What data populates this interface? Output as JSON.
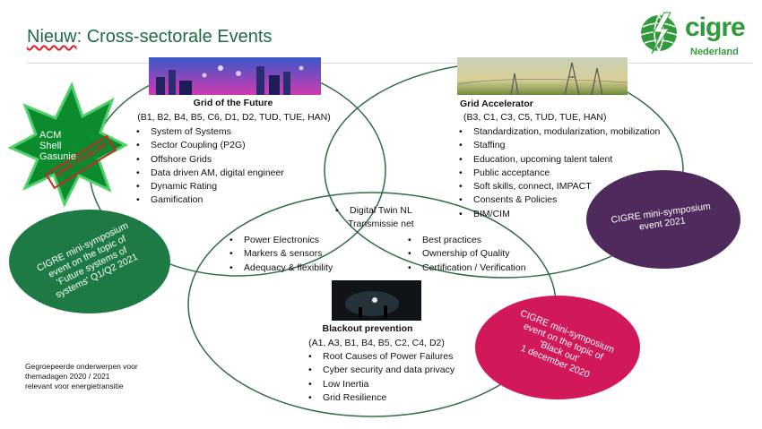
{
  "title": {
    "prefix": "Nieuw",
    "rest": ": Cross-sectorale Events"
  },
  "logo": {
    "word": "cigre",
    "sub": "Nederland",
    "icon": "globe-lightning-icon"
  },
  "starburst": {
    "lines": [
      "ACM",
      "Shell",
      "Gasunie"
    ],
    "stamp": "SHIRE PROBLEM"
  },
  "grid_future": {
    "title": "Grid of the Future",
    "codes": "(B1, B2, B4, B5, C6, D1, D2, TUD, TUE, HAN)",
    "items": [
      "System of Systems",
      "Sector Coupling (P2G)",
      "Offshore Grids",
      "Data driven AM, digital engineer",
      "Dynamic Rating",
      "Gamification"
    ]
  },
  "grid_accel": {
    "title": "Grid Accelerator",
    "codes": "(B3, C1, C3, C5, TUD, TUE, HAN)",
    "items": [
      "Standardization, modularization, mobilization",
      "Staffing",
      "Education, upcoming talent talent",
      "Public acceptance",
      "Soft skills, connect, IMPACT",
      "Consents & Policies",
      "BIM/CIM"
    ]
  },
  "blackout": {
    "title": "Blackout prevention",
    "codes": "(A1, A3, B1, B4, B5, C2, C4, D2)",
    "items": [
      "Root Causes of Power Failures",
      "Cyber security and data privacy",
      "Low Inertia",
      "Grid Resilience"
    ]
  },
  "center": {
    "items": [
      "Digital Twin NL",
      "Transmissie net"
    ]
  },
  "future_blackout": {
    "items": [
      "Power Electronics",
      "Markers & sensors",
      "Adequacy & flexibility"
    ]
  },
  "accel_blackout": {
    "items": [
      "Best practices",
      "Ownership of Quality",
      "Certification / Verification"
    ]
  },
  "ovals": {
    "green": {
      "lines": [
        "CIGRE mini-symposium",
        "event on the topic of",
        "'Future systems of",
        "systems' Q1/Q2 2021"
      ],
      "color": "#1e7a45"
    },
    "purple": {
      "lines": [
        "CIGRE mini-symposium",
        "event 2021"
      ],
      "color": "#4f2a5c"
    },
    "pink": {
      "lines": [
        "CIGRE mini-symposium",
        "event on the topic of",
        "'Black out'",
        "1 december 2020"
      ],
      "color": "#d1185a"
    }
  },
  "note": {
    "lines": [
      "Gegroepeerde onderwerpen voor",
      "themadagen 2020 / 2021",
      "relevant voor energietransitie"
    ]
  },
  "colors": {
    "ellipse": "#2f6b45",
    "title": "#1f6a43",
    "brand_green": "#2f9a3a"
  }
}
